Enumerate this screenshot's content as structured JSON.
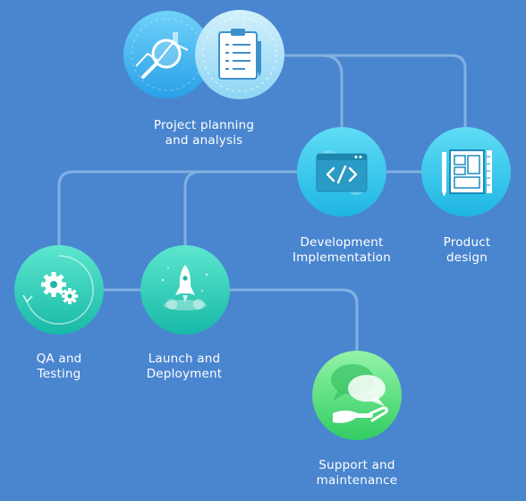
{
  "stages": {
    "planning": {
      "line1": "Project planning",
      "line2": "and analysis"
    },
    "development": {
      "line1": "Development",
      "line2": "Implementation"
    },
    "design": {
      "line1": "Product",
      "line2": "design"
    },
    "qa": {
      "line1": "QA and",
      "line2": "Testing"
    },
    "launch": {
      "line1": "Launch and",
      "line2": "Deployment"
    },
    "support": {
      "line1": "Support and",
      "line2": "maintenance"
    }
  },
  "icons": {
    "planning": [
      "analytics-chart-icon",
      "clipboard-checklist-icon"
    ],
    "development": "code-window-icon",
    "design": "design-layout-icon",
    "qa": "gears-refresh-icon",
    "launch": "rocket-icon",
    "support": "chat-support-hand-icon"
  },
  "colors": {
    "background": "#4a86cf",
    "connector": "#8bb8e6",
    "blue_gradient": [
      "#5ec8f6",
      "#2aa3ea"
    ],
    "light_blue_gradient": [
      "#c4ecfb",
      "#8fd6f6"
    ],
    "teal_gradient": [
      "#5ee7d2",
      "#19bca8"
    ],
    "green_gradient": [
      "#8df3a1",
      "#35cf66"
    ]
  }
}
